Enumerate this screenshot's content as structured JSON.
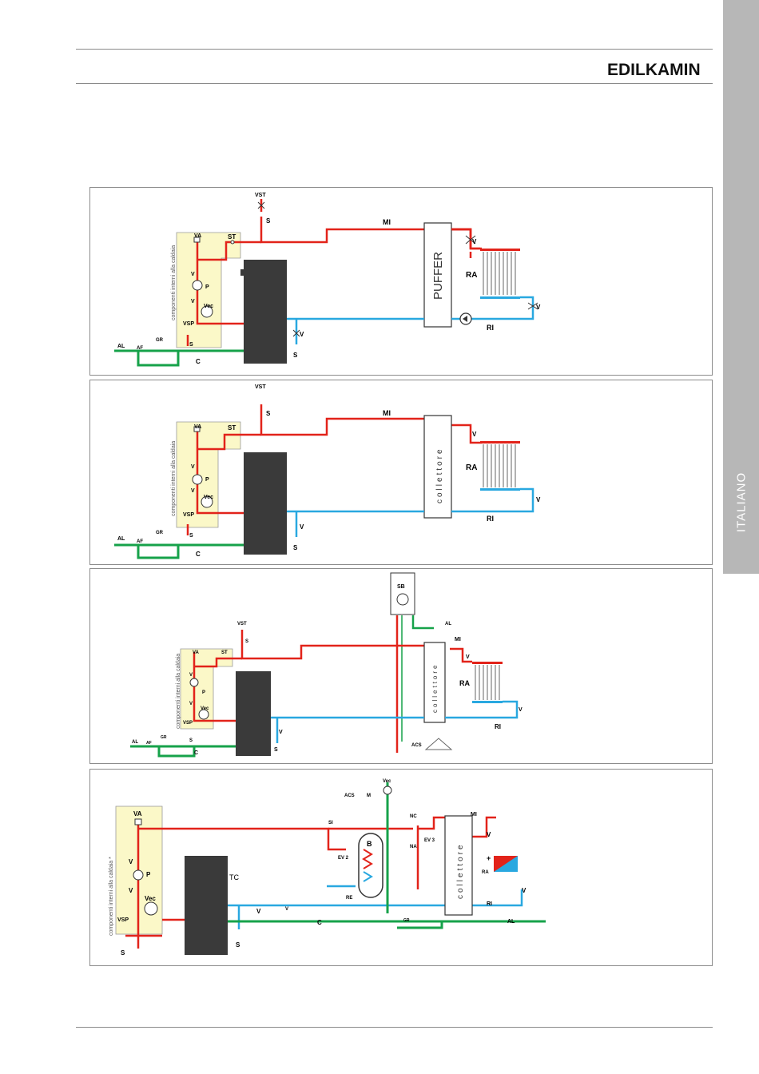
{
  "brand": {
    "logo_text": "EDILKAMIN",
    "logo_part1": "EDIL",
    "logo_part2": "KAMIN"
  },
  "side_tab": {
    "label": "ITALIANO"
  },
  "colors": {
    "hot": "#e2231a",
    "cold": "#29a8e0",
    "supply": "#16a24a",
    "boiler": "#3a3a3a",
    "internal_zone": "#fbf8c8",
    "tab": "#b7b7b7"
  },
  "diagrams": {
    "d1": {
      "vst": "VST",
      "s": "S",
      "mi": "MI",
      "va": "VA",
      "st": "ST",
      "internal": "componenti interni alla caldaia",
      "v": "V",
      "p": "P",
      "vec": "Vec",
      "vsp": "VSP",
      "al": "AL",
      "af": "AF",
      "gr": "GR",
      "c": "C",
      "storage": "PUFFER",
      "ra": "RA",
      "ri": "RI"
    },
    "d2": {
      "vst": "VST",
      "s": "S",
      "mi": "MI",
      "va": "VA",
      "st": "ST",
      "internal": "componenti interni alla caldaia",
      "v": "V",
      "p": "P",
      "vec": "Vec",
      "vsp": "VSP",
      "al": "AL",
      "af": "AF",
      "gr": "GR",
      "c": "C",
      "manifold": "collettore",
      "ra": "RA",
      "ri": "RI"
    },
    "d3": {
      "sb": "SB",
      "al": "AL",
      "vst": "VST",
      "s": "S",
      "mi": "MI",
      "va": "VA",
      "st": "ST",
      "internal": "componenti interni alla caldaia",
      "v": "V",
      "p": "P",
      "vec": "Vec",
      "vsp": "VSP",
      "af": "AF",
      "gr": "GR",
      "c": "C",
      "manifold": "collettore",
      "ra": "RA",
      "ri": "RI",
      "acs": "ACS"
    },
    "d4": {
      "internal": "componenti interni alla caldaia *",
      "va": "VA",
      "v": "V",
      "p": "P",
      "vec": "Vec",
      "vsp": "VSP",
      "s": "S",
      "tc": "TC",
      "acs": "ACS",
      "m": "M",
      "si": "SI",
      "ev2": "EV 2",
      "b": "B",
      "re": "RE",
      "vec_top": "Vec",
      "nc": "NC",
      "na": "NA",
      "ev3": "EV 3",
      "gr": "GR",
      "c": "C",
      "al": "AL",
      "manifold": "collettore",
      "mi": "MI",
      "ra": "RA",
      "ri": "RI",
      "plus": "+"
    }
  }
}
